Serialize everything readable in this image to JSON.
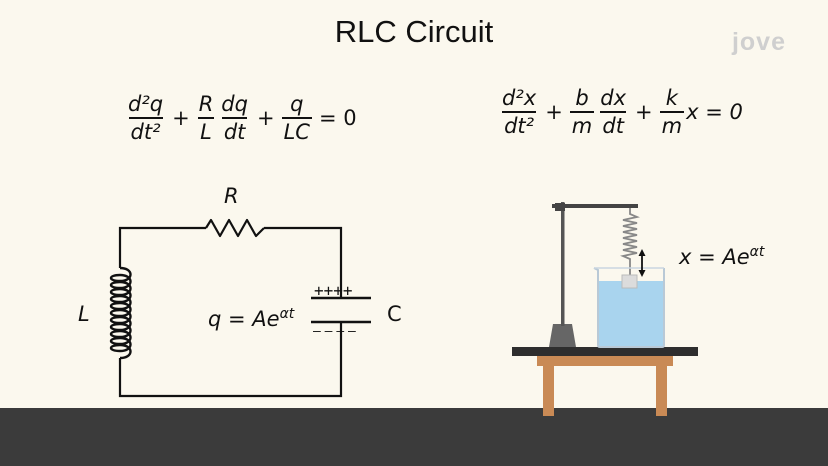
{
  "title": "RLC Circuit",
  "logo": "jove",
  "rlc_equation": {
    "term1_num": "d²q",
    "term1_den": "dt²",
    "term2a_num": "R",
    "term2a_den": "L",
    "term2b_num": "dq",
    "term2b_den": "dt",
    "term3_num": "q",
    "term3_den": "LC",
    "plus": "+",
    "equals": "= 0"
  },
  "spring_equation": {
    "term1_num": "d²x",
    "term1_den": "dt²",
    "term2_num": "b",
    "term2_den": "m",
    "term2b_num": "dx",
    "term2b_den": "dt",
    "term3_num": "k",
    "term3_den": "m",
    "tail": "x = 0",
    "plus": "+"
  },
  "circuit": {
    "resistor_label": "R",
    "inductor_label": "L",
    "capacitor_label": "C",
    "top_plate_charges": "++++",
    "bottom_plate_charges": "– – – –",
    "charge_solution": "q = Ae",
    "charge_exponent": "αt"
  },
  "spring_setup": {
    "displacement_solution": "x = Ae",
    "displacement_exponent": "αt"
  },
  "colors": {
    "background": "#fbf8ee",
    "floor": "#3b3b3b",
    "table_top": "#2e2e2e",
    "table_legs": "#c98a55",
    "water": "#a9d4ee"
  }
}
